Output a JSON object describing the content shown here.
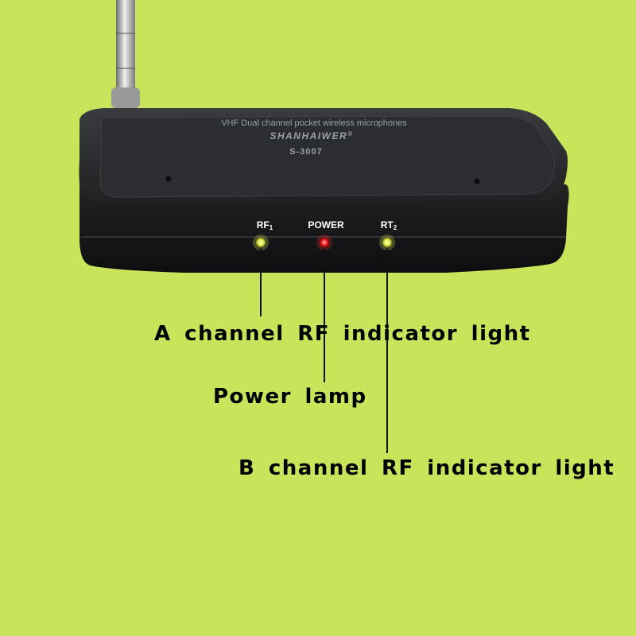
{
  "colors": {
    "background": "#c8e45a",
    "body": "#1d1d1f",
    "led_rf": "#e6f25a",
    "led_power": "#ff2a2a",
    "leader_line": "#111111"
  },
  "device": {
    "top_text": "VHF Dual channel pocket wireless microphones",
    "brand": "SHANHAIWER",
    "brand_mark": "®",
    "model": "S-3007",
    "leds": [
      {
        "label_main": "RF",
        "label_sub": "1"
      },
      {
        "label_main": "POWER",
        "label_sub": ""
      },
      {
        "label_main": "RT",
        "label_sub": "2"
      }
    ]
  },
  "callouts": {
    "a_channel": "A channel RF indicator light",
    "power": "Power lamp",
    "b_channel": "B channel RF indicator light"
  }
}
